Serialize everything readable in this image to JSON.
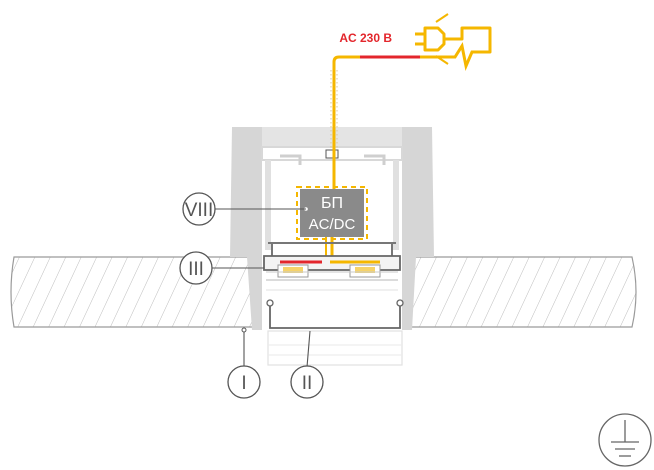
{
  "supply": {
    "label": "AC 230 В"
  },
  "psu": {
    "line1": "БП",
    "line2": "AC/DC"
  },
  "callouts": [
    {
      "id": "VIII",
      "text": "VIII"
    },
    {
      "id": "III",
      "text": "III"
    },
    {
      "id": "I",
      "text": "I"
    },
    {
      "id": "II",
      "text": "II"
    }
  ],
  "colors": {
    "accent_red": "#e3262c",
    "wire_yellow": "#f5b700",
    "structure_gray": "#d6d6d6",
    "psu_gray": "#8a8a8a",
    "line_gray": "#555555"
  },
  "icons": {
    "ground": "ground-symbol-icon",
    "plug": "power-plug-icon"
  }
}
